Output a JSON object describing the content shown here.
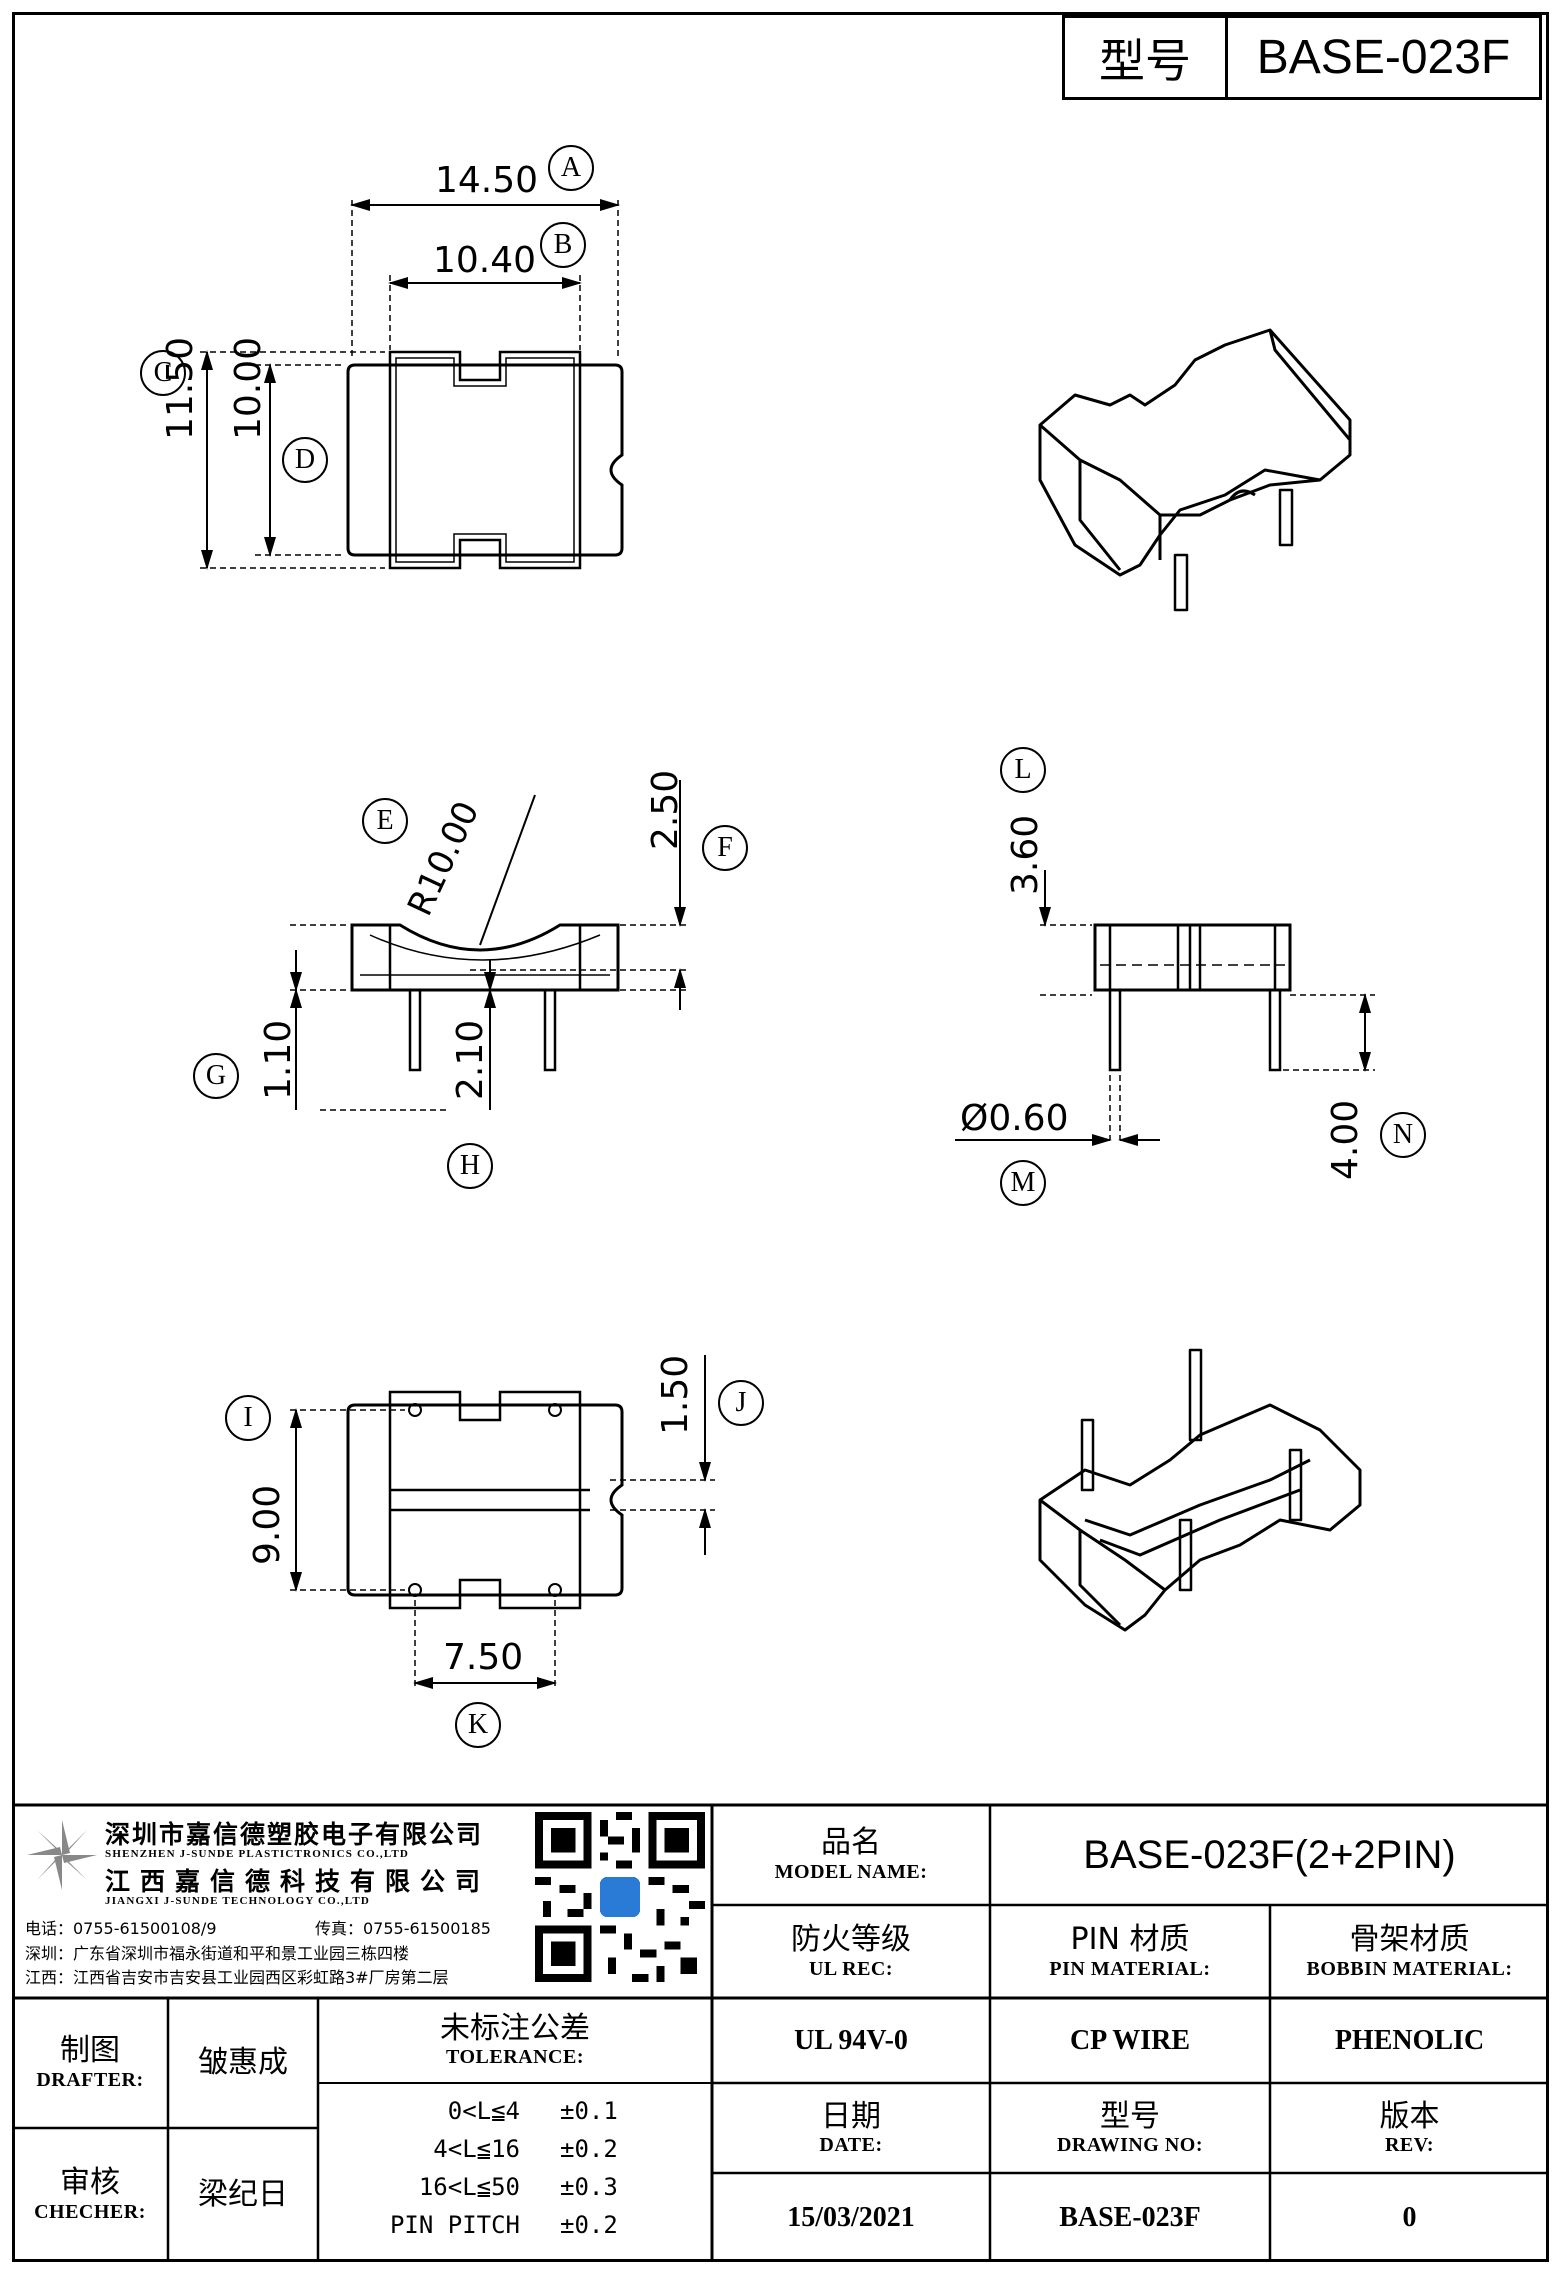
{
  "header": {
    "model_label": "型号",
    "model_value": "BASE-023F"
  },
  "dimensions": {
    "A": {
      "letter": "A",
      "value": "14.50"
    },
    "B": {
      "letter": "B",
      "value": "10.40"
    },
    "C": {
      "letter": "C",
      "value": "11.50"
    },
    "D": {
      "letter": "D",
      "value": "10.00"
    },
    "E": {
      "letter": "E",
      "value": "R10.00"
    },
    "F": {
      "letter": "F",
      "value": "2.50"
    },
    "G": {
      "letter": "G",
      "value": "1.10"
    },
    "H": {
      "letter": "H",
      "value": "2.10"
    },
    "I": {
      "letter": "I",
      "value": "9.00"
    },
    "J": {
      "letter": "J",
      "value": "1.50"
    },
    "K": {
      "letter": "K",
      "value": "7.50"
    },
    "L": {
      "letter": "L",
      "value": "3.60"
    },
    "M": {
      "letter": "M",
      "value": "Ø0.60"
    },
    "N": {
      "letter": "N",
      "value": "4.00"
    }
  },
  "company": {
    "name_sz": "深圳市嘉信德塑胶电子有限公司",
    "name_sz_en": "SHENZHEN J-SUNDE PLASTICTRONICS CO.,LTD",
    "name_jx": "江西嘉信德科技有限公司",
    "name_jx_en": "JIANGXI J-SUNDE TECHNOLOGY CO.,LTD",
    "phone": "电话：0755-61500108/9",
    "fax": "传真：0755-61500185",
    "addr_sz": "深圳：广东省深圳市福永街道和平和景工业园三栋四楼",
    "addr_jx": "江西：江西省吉安市吉安县工业园西区彩虹路3#厂房第二层"
  },
  "title_block": {
    "model_name_zh": "品名",
    "model_name_en": "MODEL NAME:",
    "model_name_value": "BASE-023F(2+2PIN)",
    "ul_zh": "防火等级",
    "ul_en": "UL REC:",
    "pin_zh": "PIN 材质",
    "pin_en": "PIN MATERIAL:",
    "bobbin_zh": "骨架材质",
    "bobbin_en": "BOBBIN MATERIAL:",
    "drafter_zh": "制图",
    "drafter_en": "DRAFTER:",
    "drafter_value": "皱惠成",
    "tolerance_zh": "未标注公差",
    "tolerance_en": "TOLERANCE:",
    "ul_value": "UL 94V-0",
    "pin_value": "CP WIRE",
    "bobbin_value": "PHENOLIC",
    "checker_zh": "审核",
    "checker_en": "CHECHER:",
    "checker_value": "梁纪日",
    "date_zh": "日期",
    "date_en": "DATE:",
    "date_value": "15/03/2021",
    "drawing_zh": "型号",
    "drawing_en": "DRAWING NO:",
    "drawing_value": "BASE-023F",
    "rev_zh": "版本",
    "rev_en": "REV:",
    "rev_value": "0",
    "tolerances": [
      {
        "range": "0<L≦4",
        "tol": "±0.1"
      },
      {
        "range": "4<L≦16",
        "tol": "±0.2"
      },
      {
        "range": "16<L≦50",
        "tol": "±0.3"
      },
      {
        "range": "PIN PITCH",
        "tol": "±0.2"
      }
    ]
  }
}
